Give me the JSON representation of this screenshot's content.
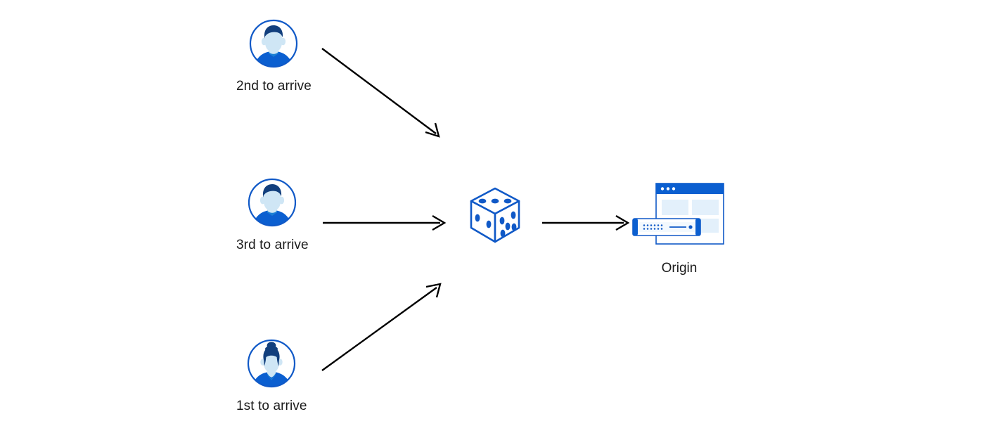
{
  "diagram": {
    "type": "flow-diagram",
    "background_color": "#ffffff",
    "accent_color": "#0b5fd0",
    "outline_color": "#1059c7",
    "face_color": "#cfe6f5",
    "hair_color": "#123f7d",
    "arrow_color": "#000000",
    "text_color": "#1b1b1b"
  },
  "nodes": {
    "user_second": {
      "label": "2nd to arrive",
      "icon": "user-avatar-male-icon"
    },
    "user_third": {
      "label": "3rd to arrive",
      "icon": "user-avatar-male-icon"
    },
    "user_first": {
      "label": "1st to arrive",
      "icon": "user-avatar-female-icon"
    },
    "randomizer": {
      "label": "",
      "icon": "dice-icon",
      "top_face_pips": 3,
      "left_face_pips": 2,
      "right_face_pips": 5
    },
    "origin": {
      "label": "Origin",
      "icon": "origin-server-icon"
    }
  },
  "arrows": [
    {
      "name": "arrow-second-to-dice",
      "from": "user_second",
      "to": "randomizer",
      "direction": "down-right"
    },
    {
      "name": "arrow-third-to-dice",
      "from": "user_third",
      "to": "randomizer",
      "direction": "right"
    },
    {
      "name": "arrow-first-to-dice",
      "from": "user_first",
      "to": "randomizer",
      "direction": "up-right"
    },
    {
      "name": "arrow-dice-to-origin",
      "from": "randomizer",
      "to": "origin",
      "direction": "right"
    }
  ]
}
